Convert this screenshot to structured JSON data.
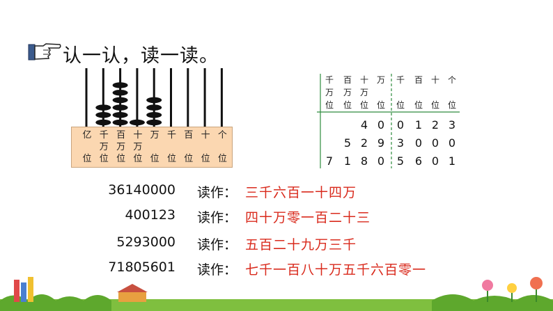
{
  "title": "认一认，读一读。",
  "abacus": {
    "columns": [
      {
        "label": "亿位",
        "top": "亿",
        "bottom": "位",
        "beads": 0
      },
      {
        "label": "千万位",
        "top": "千",
        "mid": "万",
        "bottom": "位",
        "beads": 3
      },
      {
        "label": "百万位",
        "top": "百",
        "mid": "万",
        "bottom": "位",
        "beads": 6
      },
      {
        "label": "十万位",
        "top": "十",
        "mid": "万",
        "bottom": "位",
        "beads": 1
      },
      {
        "label": "万位",
        "top": "万",
        "bottom": "位",
        "beads": 4
      },
      {
        "label": "千位",
        "top": "千",
        "bottom": "位",
        "beads": 0
      },
      {
        "label": "百位",
        "top": "百",
        "bottom": "位",
        "beads": 0
      },
      {
        "label": "十位",
        "top": "十",
        "bottom": "位",
        "beads": 0
      },
      {
        "label": "个位",
        "top": "个",
        "bottom": "位",
        "beads": 0
      }
    ]
  },
  "place_table": {
    "headers": [
      {
        "l1": "千",
        "l2": "万",
        "l3": "位"
      },
      {
        "l1": "百",
        "l2": "万",
        "l3": "位"
      },
      {
        "l1": "十",
        "l2": "万",
        "l3": "位"
      },
      {
        "l1": "万",
        "l2": "",
        "l3": "位"
      },
      {
        "l1": "千",
        "l2": "",
        "l3": "位"
      },
      {
        "l1": "百",
        "l2": "",
        "l3": "位"
      },
      {
        "l1": "十",
        "l2": "",
        "l3": "位"
      },
      {
        "l1": "个",
        "l2": "",
        "l3": "位"
      }
    ],
    "rows": [
      [
        "",
        "",
        "4",
        "0",
        "0",
        "1",
        "2",
        "3"
      ],
      [
        "",
        "5",
        "2",
        "9",
        "3",
        "0",
        "0",
        "0"
      ],
      [
        "7",
        "1",
        "8",
        "0",
        "5",
        "6",
        "0",
        "1"
      ]
    ]
  },
  "readings": [
    {
      "number": "36140000",
      "label": "读作：",
      "text": "三千六百一十四万"
    },
    {
      "number": "400123",
      "label": "读作：",
      "text": "四十万零一百二十三"
    },
    {
      "number": "5293000",
      "label": "读作：",
      "text": "五百二十九万三千"
    },
    {
      "number": "71805601",
      "label": "读作：",
      "text": "七千一百八十万五千六百零一"
    }
  ],
  "colors": {
    "reading_text": "#d92a1c",
    "abacus_frame": "#fbd7b1",
    "bead": "#111111",
    "divider": "#2e8b3e"
  }
}
